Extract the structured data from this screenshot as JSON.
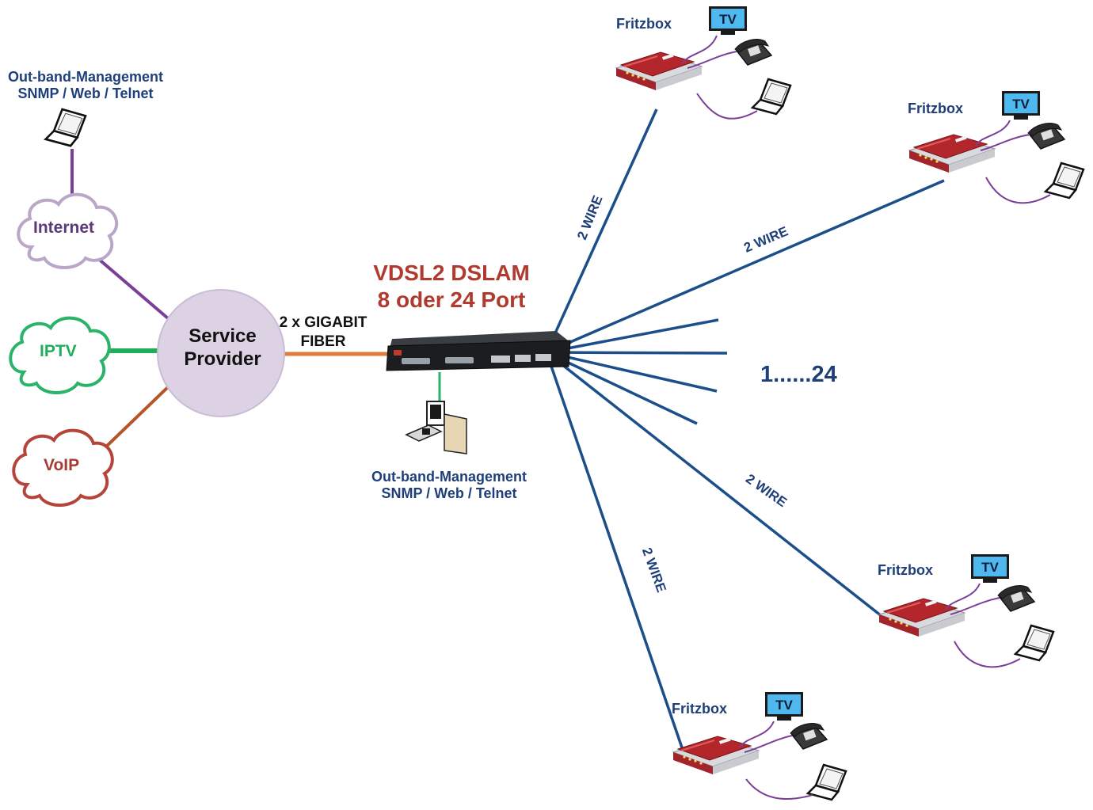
{
  "dslam": {
    "title_line1": "VDSL2 DSLAM",
    "title_line2": "8 oder 24 Port",
    "port_range": "1......24"
  },
  "uplink": {
    "label_line1": "2 x GIGABIT",
    "label_line2": "FIBER"
  },
  "service_provider": {
    "line1": "Service",
    "line2": "Provider"
  },
  "clouds": {
    "internet": "Internet",
    "iptv": "IPTV",
    "voip": "VoIP"
  },
  "management_top": {
    "line1": "Out-band-Management",
    "line2": "SNMP / Web / Telnet"
  },
  "management_bottom": {
    "line1": "Out-band-Management",
    "line2": "SNMP / Web / Telnet"
  },
  "cpe": {
    "fritzbox_label": "Fritzbox",
    "tv_label": "TV"
  },
  "links": {
    "wire_label": "2 WIRE"
  },
  "colors": {
    "wire": "#1c4f8a",
    "internet": "#7b3f98",
    "iptv": "#1fae5a",
    "voip": "#b5562a",
    "fiber": "#e07b39",
    "mgmt_link": "#2bb36a",
    "title": "#b03a2e",
    "label_blue": "#1f3f7a"
  }
}
